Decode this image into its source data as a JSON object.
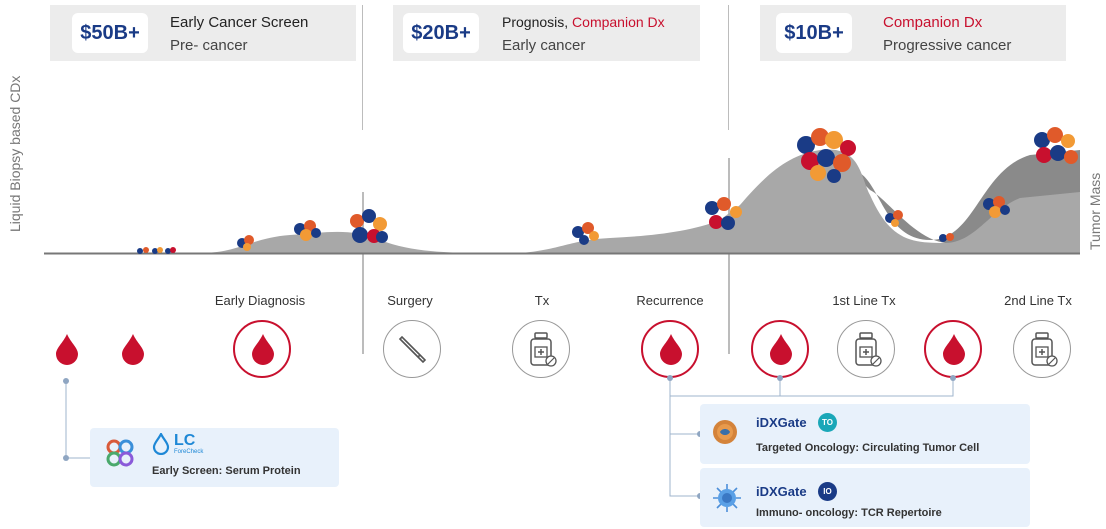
{
  "y_axis_label": "Liquid Biopsy based CDx",
  "right_axis_label": "Tumor Mass",
  "markets": [
    {
      "value": "$50B+",
      "line1": "Early Cancer Screen",
      "line2": "Pre- cancer"
    },
    {
      "value": "$20B+",
      "line1_a": "Prognosis,",
      "line1_b": "Companion Dx",
      "line2": "Early cancer"
    },
    {
      "value": "$10B+",
      "line1": "Companion Dx",
      "line2": "Progressive cancer"
    }
  ],
  "stages": {
    "early_diagnosis": "Early Diagnosis",
    "surgery": "Surgery",
    "tx": "Tx",
    "recurrence": "Recurrence",
    "first_line": "1st Line Tx",
    "second_line": "2nd Line Tx"
  },
  "products": [
    {
      "logo": "LC",
      "logo_sub": "ForeCheck",
      "description": "Early Screen: Serum Protein"
    },
    {
      "name": "iDXGate",
      "badge": "TO",
      "description": "Targeted Oncology: Circulating Tumor Cell"
    },
    {
      "name": "iDXGate",
      "badge": "IO",
      "description": "Immuno- oncology: TCR Repertoire"
    }
  ],
  "colors": {
    "navy": "#1a3b86",
    "red": "#c8102e",
    "mass_gray": "#a8a8a8",
    "card_bg": "#e8f1fb"
  }
}
